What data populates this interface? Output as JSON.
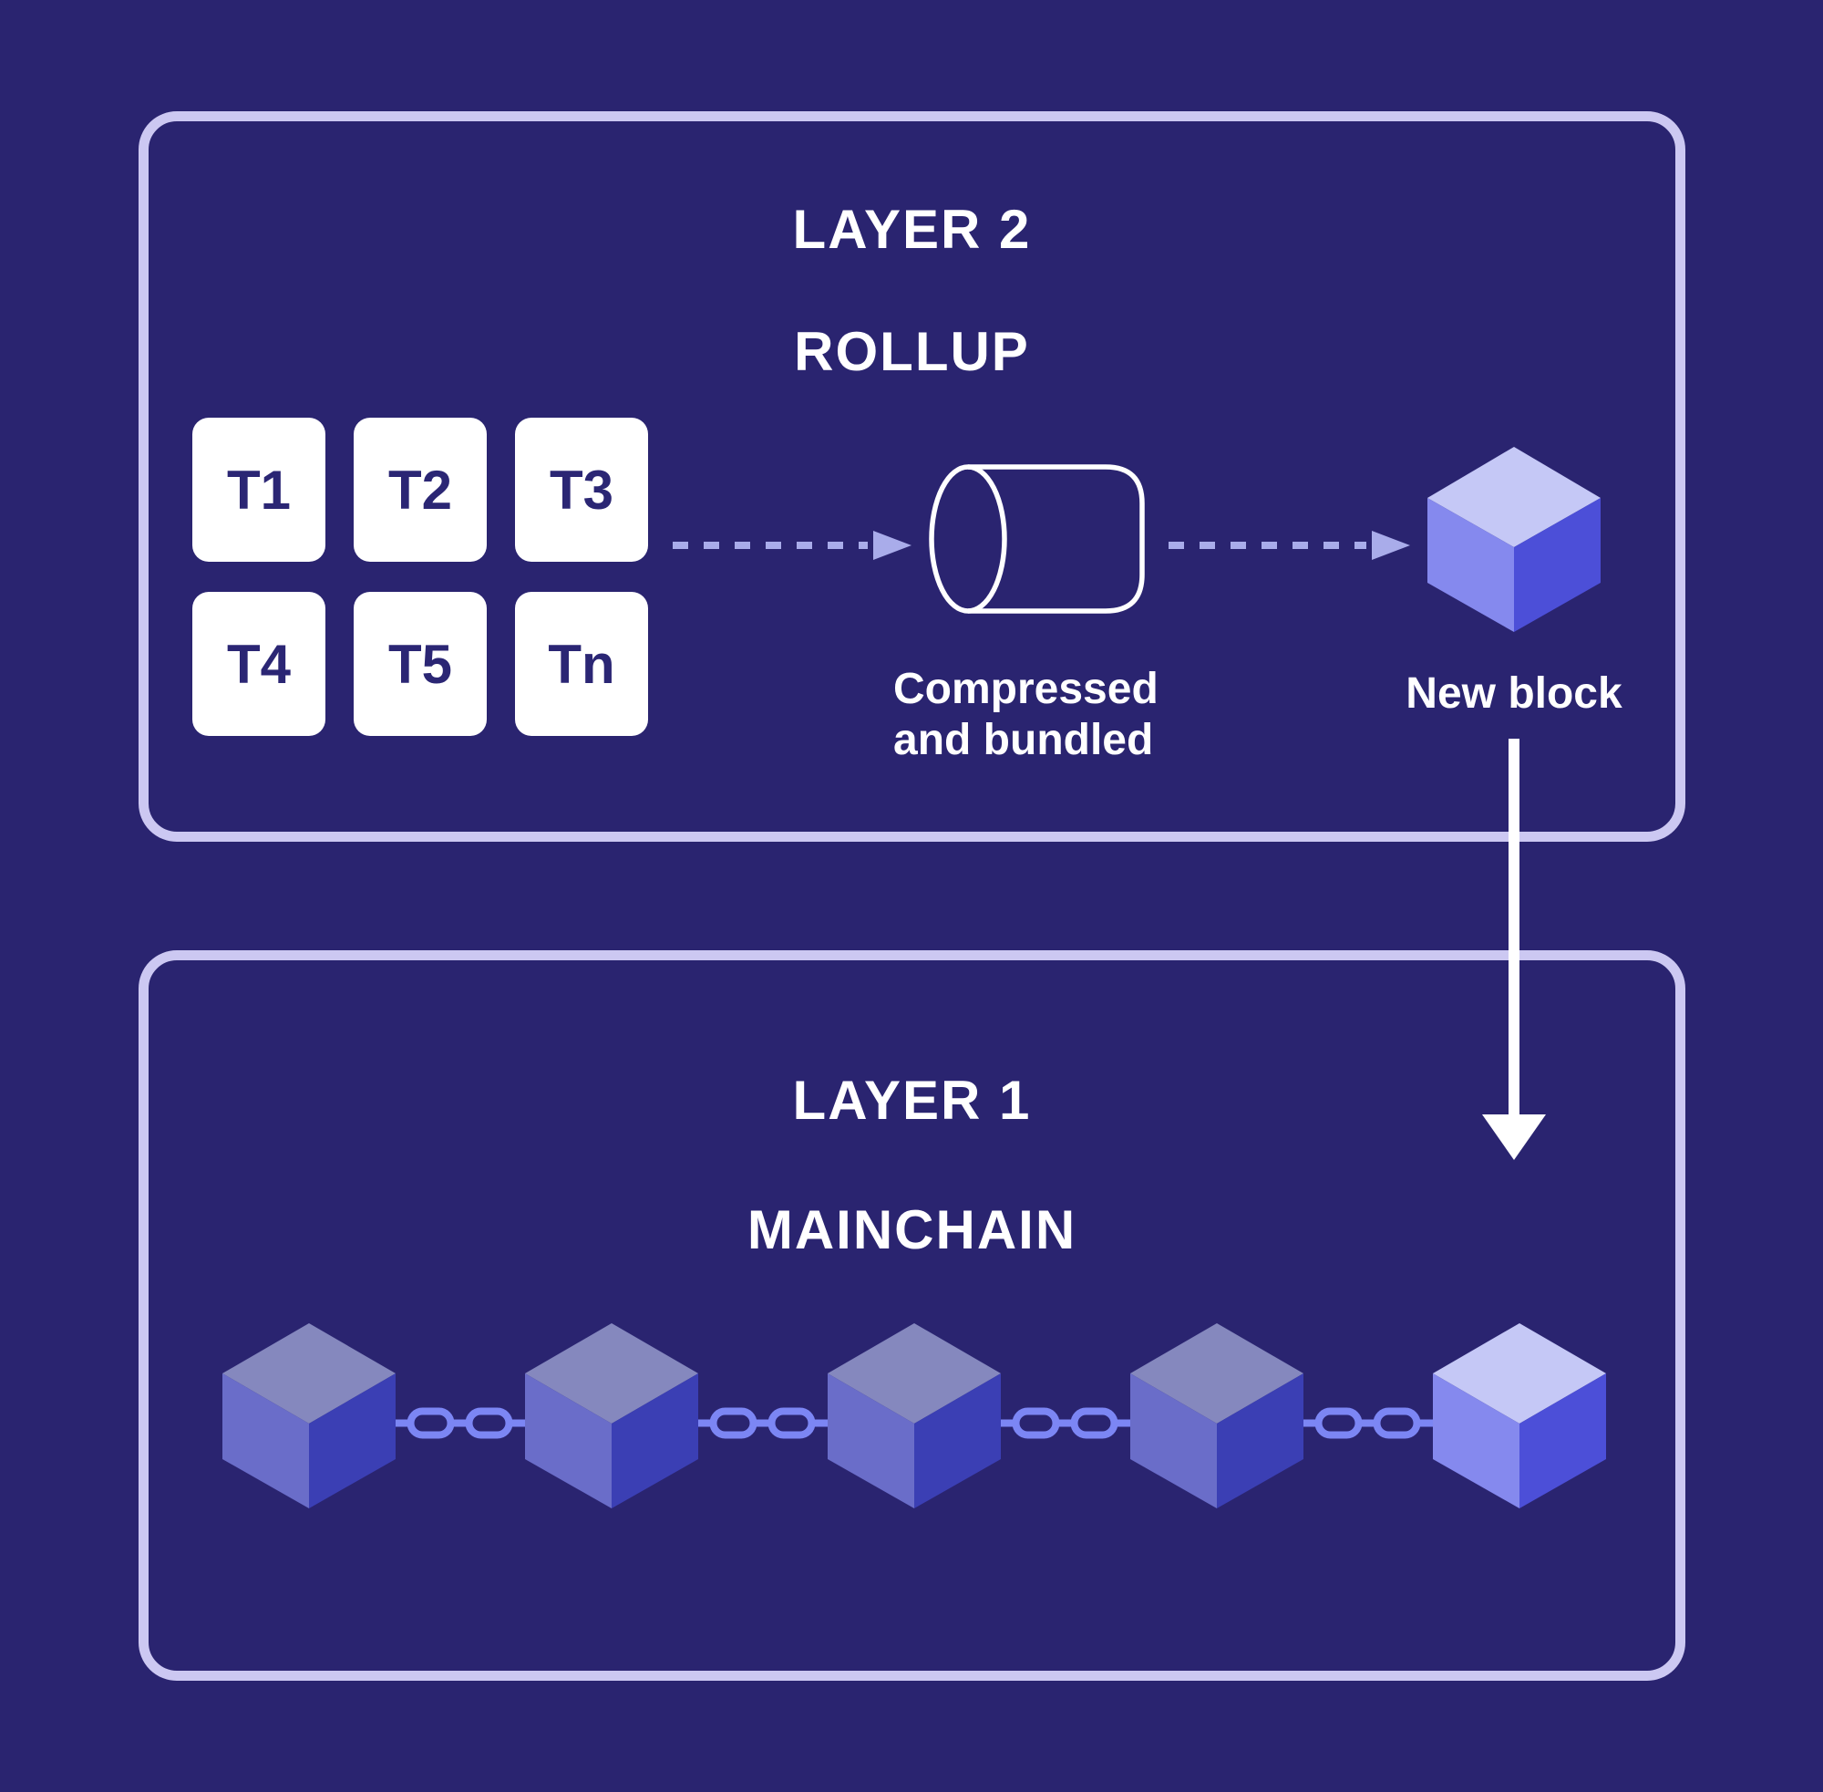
{
  "colors": {
    "background": "#2A2470",
    "panel_border": "#CCC8F2",
    "text_light": "#FFFFFF",
    "transaction_text": "#2B2674",
    "dashed_arrow": "#A9ACEA",
    "down_arrow": "#FFFFFF",
    "cylinder_outline": "#FFFFFF",
    "chain_link": "#7C86F4",
    "block_top": "#8588BE",
    "block_left": "#6A6DC9",
    "block_right": "#3B3FB4",
    "new_block_top": "#C5C8F6",
    "new_block_left": "#8589EE",
    "new_block_right": "#4C4FD8"
  },
  "layer2": {
    "title": "LAYER 2",
    "subtitle": "ROLLUP",
    "transactions": [
      "T1",
      "T2",
      "T3",
      "T4",
      "T5",
      "Tn"
    ],
    "bundle_caption_line1": "Compressed",
    "bundle_caption_line2": "and bundled",
    "new_block_caption": "New block"
  },
  "layer1": {
    "title": "LAYER 1",
    "subtitle": "MAINCHAIN",
    "block_count": 5,
    "links_per_gap": 2,
    "highlighted_block_index": 5
  }
}
